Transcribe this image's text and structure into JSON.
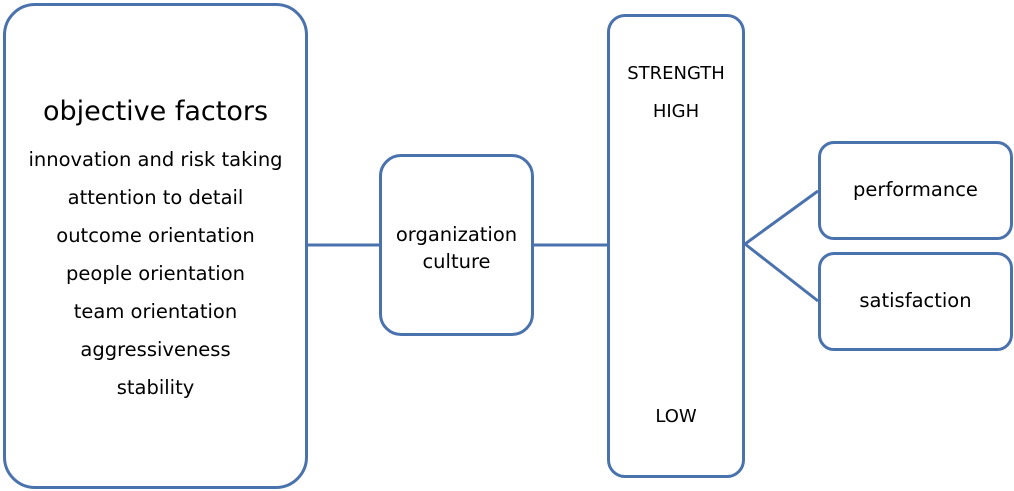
{
  "diagram": {
    "factors": {
      "title": "objective factors",
      "items": [
        "innovation and risk taking",
        "attention to detail",
        "outcome orientation",
        "people orientation",
        "team orientation",
        "aggressiveness",
        "stability"
      ]
    },
    "culture": {
      "line1": "organization",
      "line2": "culture"
    },
    "strength": {
      "title": "STRENGTH",
      "high": "HIGH",
      "low": "LOW"
    },
    "outcomes": {
      "performance": "performance",
      "satisfaction": "satisfaction"
    },
    "colors": {
      "border": "#4a72ad",
      "background": "#ffffff",
      "text": "#000000"
    }
  }
}
